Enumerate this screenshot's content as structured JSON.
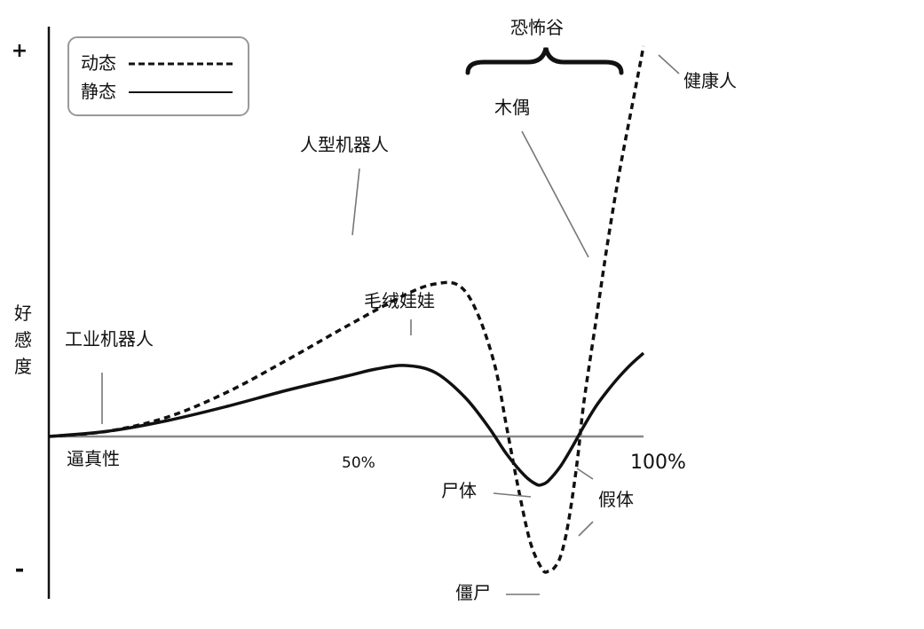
{
  "chart_data": {
    "type": "line",
    "title": "",
    "xlabel": "逼真性",
    "ylabel": "好感度",
    "x_ticks": [
      "50%",
      "100%"
    ],
    "y_ticks": {
      "top": "+",
      "bottom": "-"
    },
    "xlim": [
      0,
      100
    ],
    "ylim": [
      -100,
      100
    ],
    "grid": false,
    "legend": {
      "position": "top-left",
      "entries": [
        {
          "label": "动态",
          "style": "dashed"
        },
        {
          "label": "静态",
          "style": "solid"
        }
      ]
    },
    "region_label": "恐怖谷",
    "series": [
      {
        "name": "动态",
        "style": "dashed",
        "x": [
          0,
          10,
          20,
          30,
          40,
          50,
          60,
          65,
          69,
          72,
          75,
          77,
          79,
          81,
          83,
          84,
          85,
          86,
          87,
          88,
          89,
          90,
          92,
          94,
          96,
          98,
          100
        ],
        "y": [
          0,
          3,
          11,
          25,
          43,
          62,
          80,
          86,
          85,
          70,
          40,
          5,
          -30,
          -60,
          -75,
          -76,
          -74,
          -68,
          -55,
          -35,
          -10,
          20,
          65,
          110,
          150,
          185,
          220
        ]
      },
      {
        "name": "静态",
        "style": "solid",
        "x": [
          0,
          10,
          20,
          30,
          40,
          50,
          55,
          60,
          65,
          70,
          74,
          77,
          80,
          82,
          83,
          84,
          86,
          88,
          90,
          92,
          94,
          96,
          98,
          100
        ],
        "y": [
          0,
          3,
          9,
          17,
          26,
          34,
          38,
          40,
          36,
          22,
          5,
          -10,
          -22,
          -27,
          -27,
          -25,
          -17,
          -6,
          6,
          17,
          26,
          34,
          41,
          47
        ]
      }
    ],
    "annotations": [
      {
        "text": "工业机器人",
        "series": "动态",
        "x": 9
      },
      {
        "text": "人型机器人",
        "series": "动态",
        "x": 52
      },
      {
        "text": "毛绒娃娃",
        "series": "静态",
        "x": 60
      },
      {
        "text": "木偶",
        "series": "动态",
        "x": 90
      },
      {
        "text": "健康人",
        "series": "动态",
        "x": 100
      },
      {
        "text": "尸体",
        "series": "静态",
        "x": 82
      },
      {
        "text": "僵尸",
        "series": "动态",
        "x": 84
      },
      {
        "text": "假体",
        "series": "动态",
        "x": 89
      }
    ]
  }
}
